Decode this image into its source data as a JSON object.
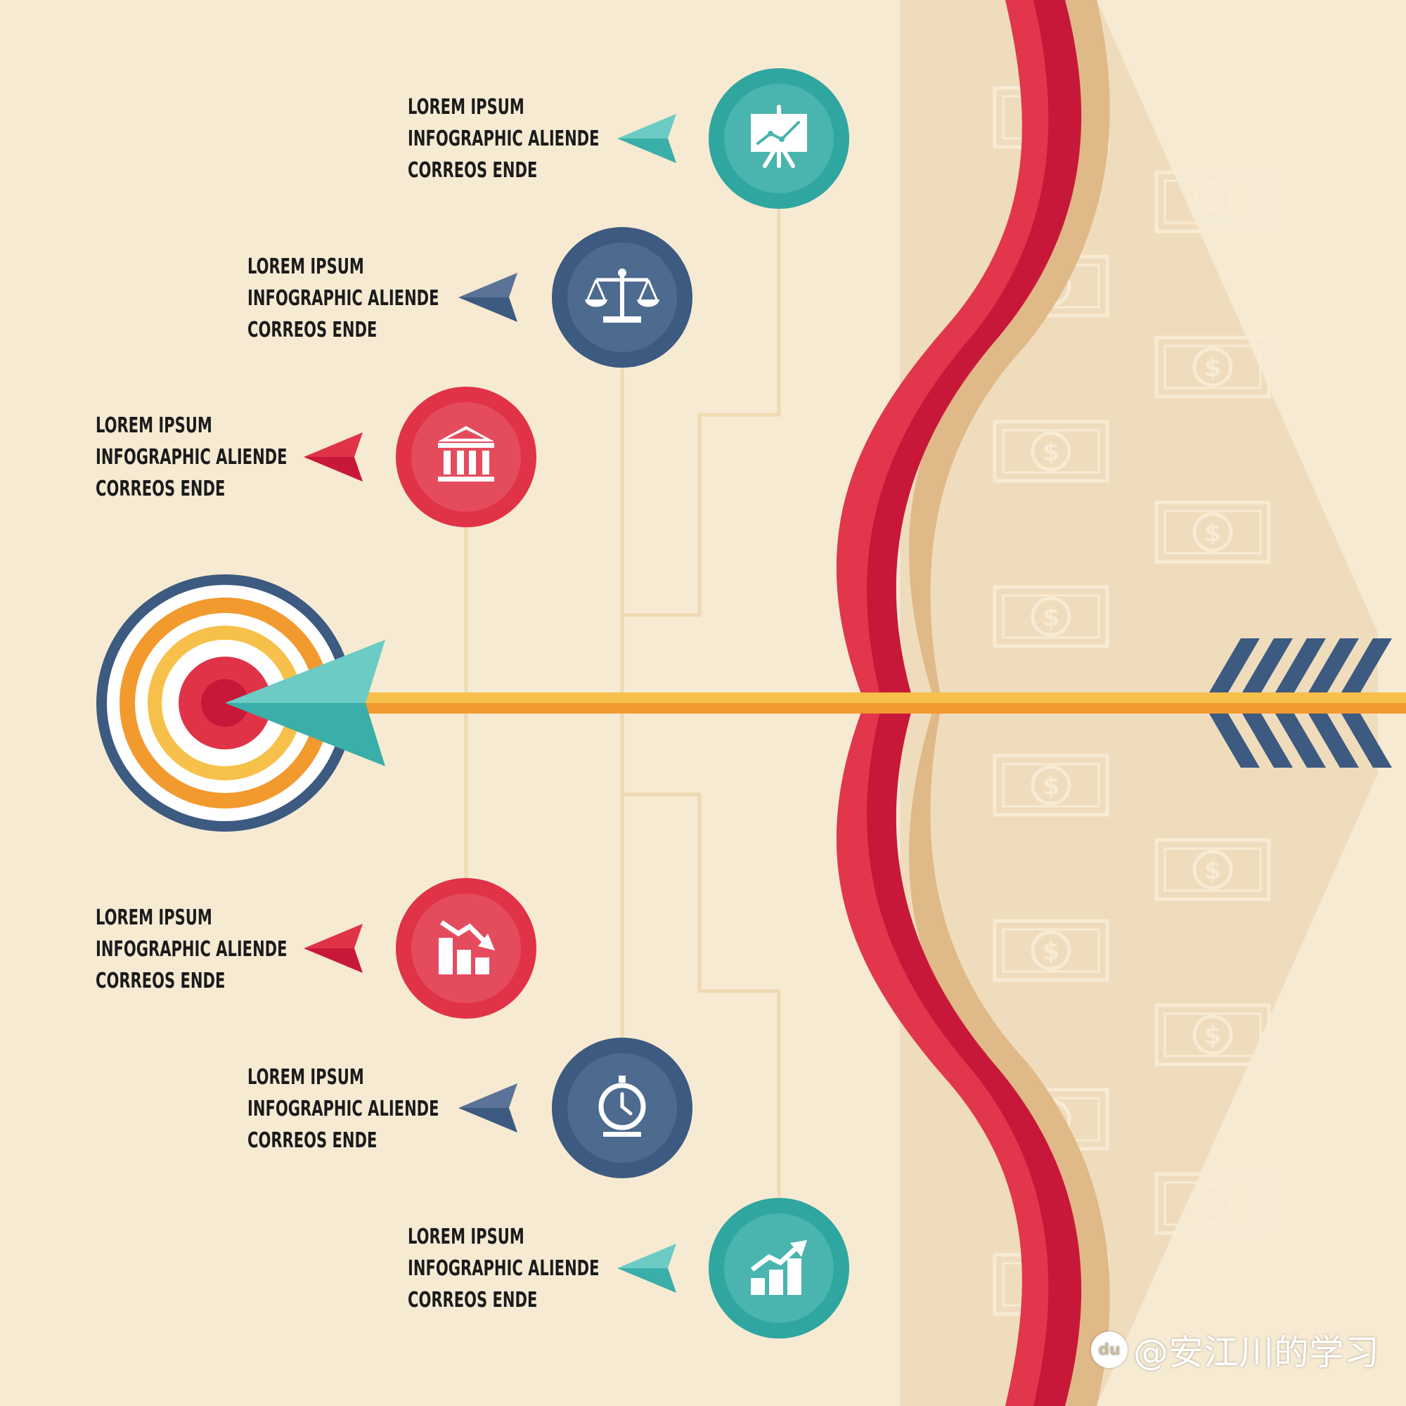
{
  "colors": {
    "background": "#f6ead3",
    "teal": "#3aaea8",
    "navy": "#3d5a80",
    "red": "#e03348",
    "orange": "#f29a2e",
    "yellow": "#f7c04a",
    "bow_red": "#d91e3d",
    "bow_tan": "#dcb78c"
  },
  "items": [
    {
      "lines": [
        "LOREM IPSUM",
        "INFOGRAPHIC ALIENDE",
        "CORREOS ENDE"
      ],
      "icon": "presentation-board-icon",
      "color": "teal"
    },
    {
      "lines": [
        "LOREM IPSUM",
        "INFOGRAPHIC ALIENDE",
        "CORREOS ENDE"
      ],
      "icon": "scales-icon",
      "color": "navy"
    },
    {
      "lines": [
        "LOREM IPSUM",
        "INFOGRAPHIC ALIENDE",
        "CORREOS ENDE"
      ],
      "icon": "bank-icon",
      "color": "red"
    },
    {
      "lines": [
        "LOREM IPSUM",
        "INFOGRAPHIC ALIENDE",
        "CORREOS ENDE"
      ],
      "icon": "chart-down-icon",
      "color": "red"
    },
    {
      "lines": [
        "LOREM IPSUM",
        "INFOGRAPHIC ALIENDE",
        "CORREOS ENDE"
      ],
      "icon": "stopwatch-icon",
      "color": "navy"
    },
    {
      "lines": [
        "LOREM IPSUM",
        "INFOGRAPHIC ALIENDE",
        "CORREOS ENDE"
      ],
      "icon": "chart-up-icon",
      "color": "teal"
    }
  ],
  "watermark": {
    "logo_text": "du",
    "text": "@安江川的学习"
  }
}
